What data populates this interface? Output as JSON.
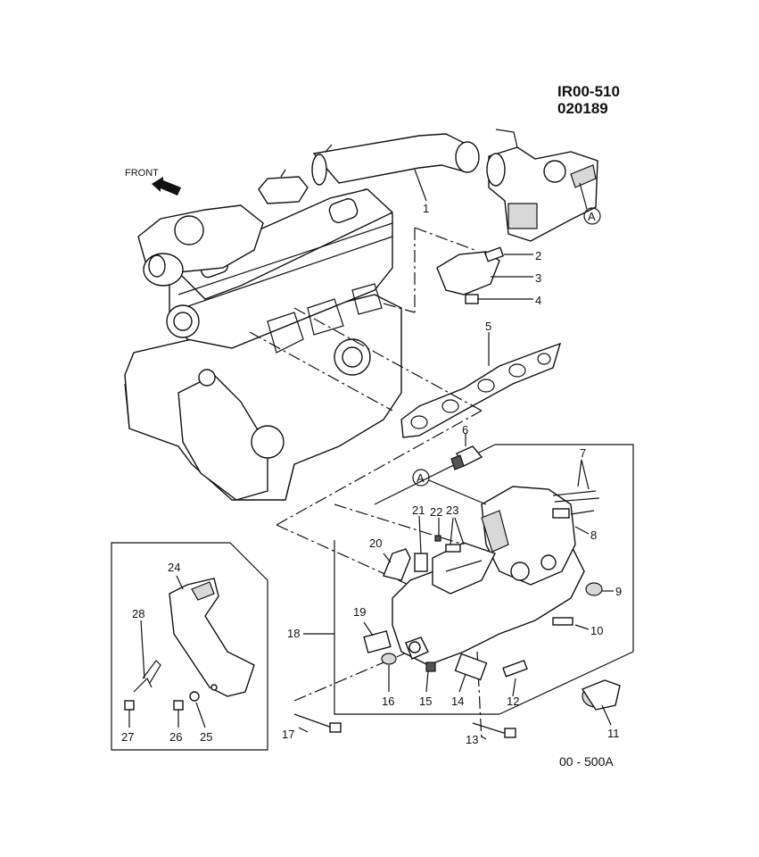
{
  "header": {
    "code": "IR00-510",
    "date_code": "020189"
  },
  "front_label": "FRONT",
  "footer_code": "00 - 500A",
  "ref_marker": "A",
  "callouts": [
    "1",
    "2",
    "3",
    "4",
    "5",
    "6",
    "7",
    "8",
    "9",
    "10",
    "11",
    "12",
    "13",
    "14",
    "15",
    "16",
    "17",
    "18",
    "19",
    "20",
    "21",
    "22",
    "23",
    "24",
    "25",
    "26",
    "27",
    "28"
  ]
}
